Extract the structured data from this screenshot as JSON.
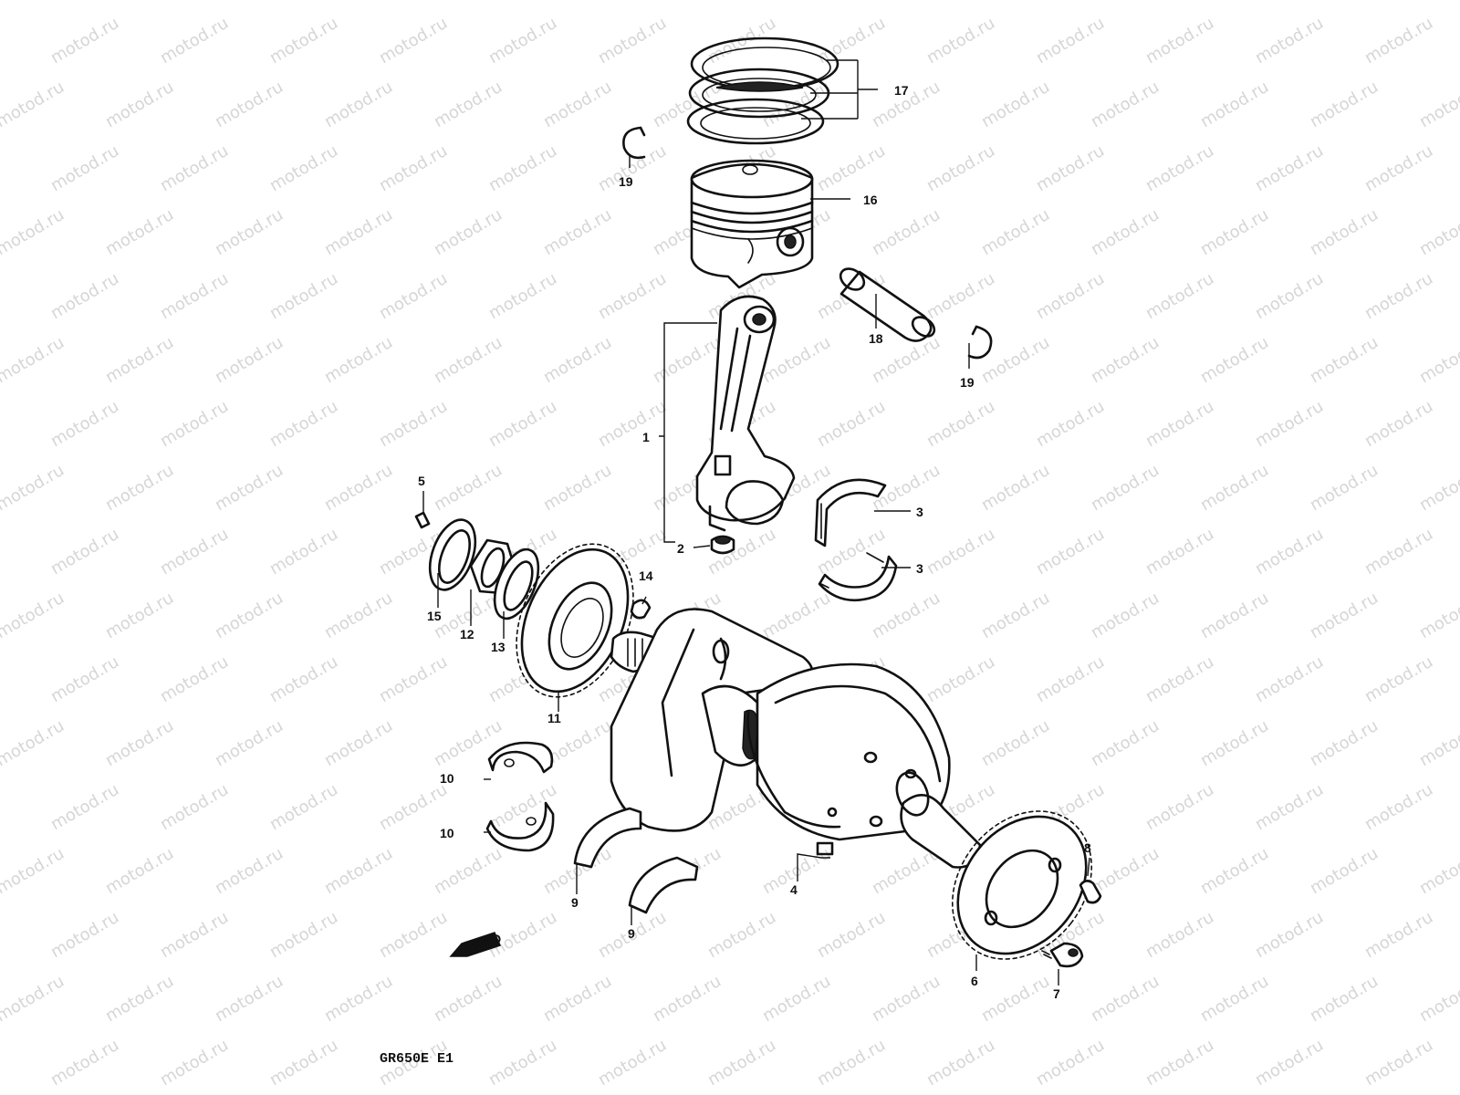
{
  "watermark_text": "motod.ru",
  "caption": "GR650E E1",
  "fwd_label": "FWD",
  "callouts": [
    {
      "id": "1",
      "label": "1"
    },
    {
      "id": "2",
      "label": "2"
    },
    {
      "id": "3a",
      "label": "3"
    },
    {
      "id": "3b",
      "label": "3"
    },
    {
      "id": "4",
      "label": "4"
    },
    {
      "id": "5",
      "label": "5"
    },
    {
      "id": "6",
      "label": "6"
    },
    {
      "id": "7",
      "label": "7"
    },
    {
      "id": "8",
      "label": "8"
    },
    {
      "id": "9a",
      "label": "9"
    },
    {
      "id": "9b",
      "label": "9"
    },
    {
      "id": "10a",
      "label": "10"
    },
    {
      "id": "10b",
      "label": "10"
    },
    {
      "id": "11",
      "label": "11"
    },
    {
      "id": "12",
      "label": "12"
    },
    {
      "id": "13",
      "label": "13"
    },
    {
      "id": "14",
      "label": "14"
    },
    {
      "id": "15",
      "label": "15"
    },
    {
      "id": "16",
      "label": "16"
    },
    {
      "id": "17",
      "label": "17"
    },
    {
      "id": "18",
      "label": "18"
    },
    {
      "id": "19a",
      "label": "19"
    },
    {
      "id": "19b",
      "label": "19"
    }
  ]
}
